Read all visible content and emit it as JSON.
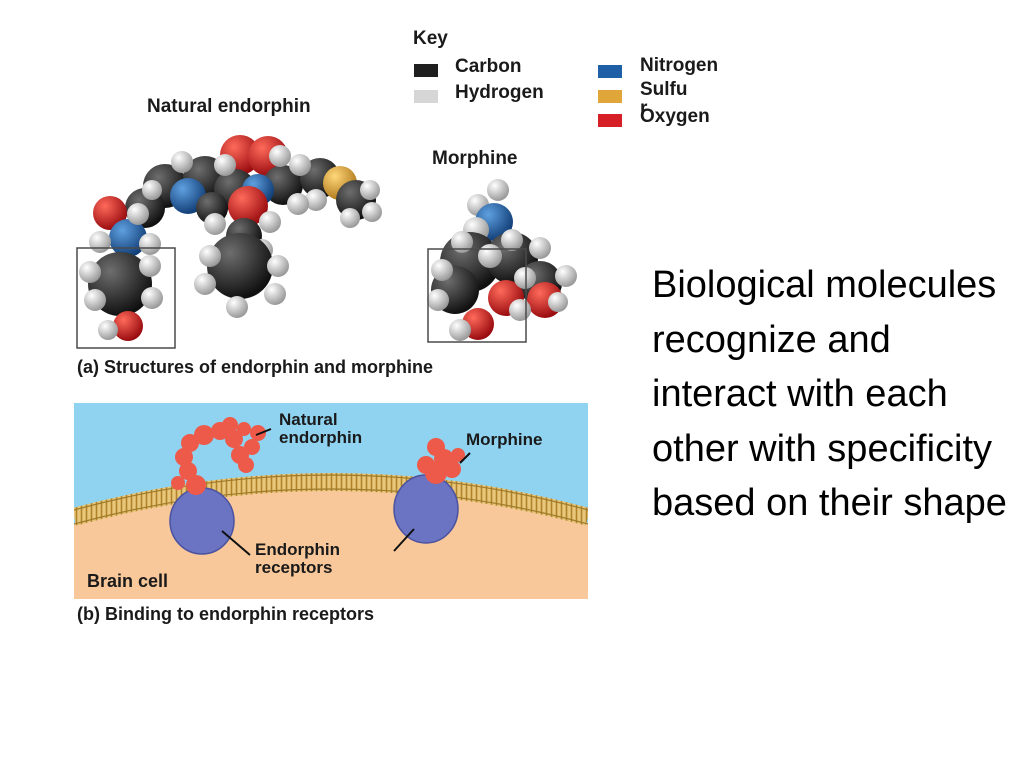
{
  "key": {
    "title": "Key",
    "items": [
      {
        "label": "Carbon",
        "color": "#1f1f1f"
      },
      {
        "label": "Hydrogen",
        "color": "#d6d6d6"
      },
      {
        "label": "Nitrogen",
        "color": "#1f5fa6"
      },
      {
        "label": "Sulfu\nr",
        "color": "#e0a63a"
      },
      {
        "label": "Oxygen",
        "color": "#d61f26"
      }
    ]
  },
  "panel_a": {
    "endorphin_label": "Natural endorphin",
    "morphine_label": "Morphine",
    "caption": "(a) Structures of endorphin and morphine"
  },
  "panel_b": {
    "natural_label_line1": "Natural",
    "natural_label_line2": "endorphin",
    "morphine_label": "Morphine",
    "receptors_line1": "Endorphin",
    "receptors_line2": "receptors",
    "brain_cell": "Brain cell",
    "caption": "(b) Binding to endorphin receptors"
  },
  "slide_text": "Biological molecules recognize and interact with each other with specificity based on their shape",
  "colors": {
    "carbon": "#1f1f1f",
    "hydrogen": "#d6d6d6",
    "nitrogen": "#1f5fa6",
    "sulfur": "#e0a63a",
    "oxygen": "#d61f26",
    "sky": "#8fd3f0",
    "cell": "#f8c89a",
    "membrane": "#c49a3c",
    "receptor": "#6a74c2",
    "ligand": "#ee5a4a"
  }
}
